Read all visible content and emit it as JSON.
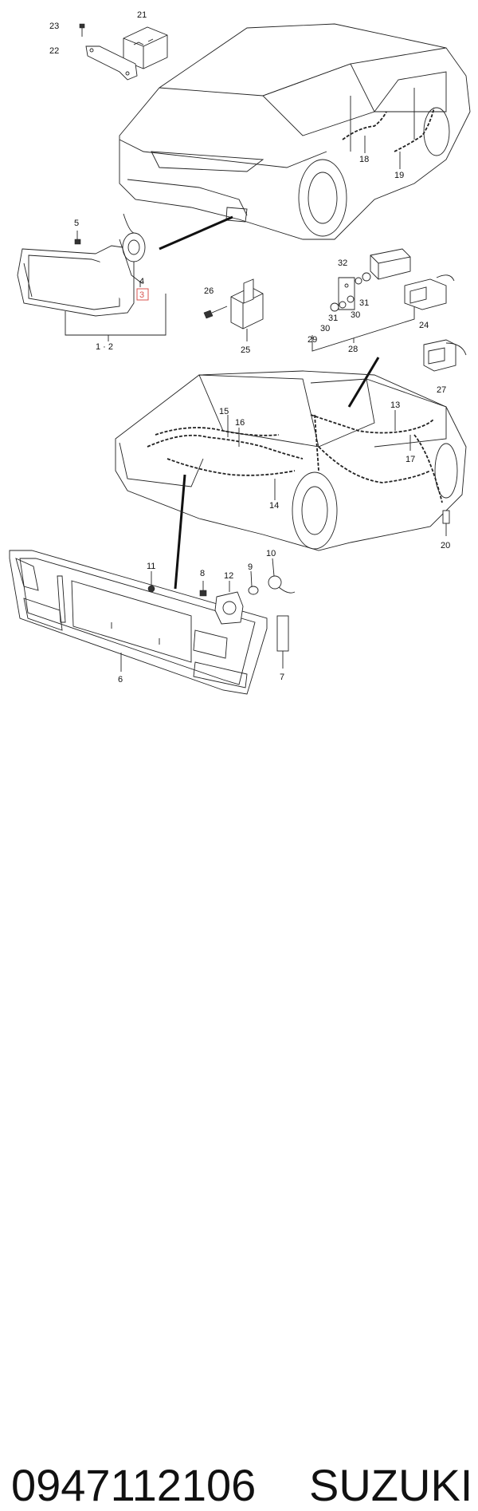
{
  "diagram": {
    "callouts": {
      "c1_2": "1 · 2",
      "c3": "3",
      "c4": "4",
      "c5": "5",
      "c6": "6",
      "c7": "7",
      "c8": "8",
      "c9": "9",
      "c10": "10",
      "c11": "11",
      "c12": "12",
      "c13": "13",
      "c14": "14",
      "c15": "15",
      "c16": "16",
      "c17": "17",
      "c18": "18",
      "c19": "19",
      "c20": "20",
      "c21": "21",
      "c22": "22",
      "c23": "23",
      "c24": "24",
      "c25": "25",
      "c26": "26",
      "c27": "27",
      "c28": "28",
      "c29": "29",
      "c30a": "30",
      "c30b": "30",
      "c31a": "31",
      "c31b": "31",
      "c32": "32"
    },
    "highlight_color": "#d9534f"
  },
  "caption": {
    "part_number": "0947112106",
    "brand": "SUZUKI"
  }
}
